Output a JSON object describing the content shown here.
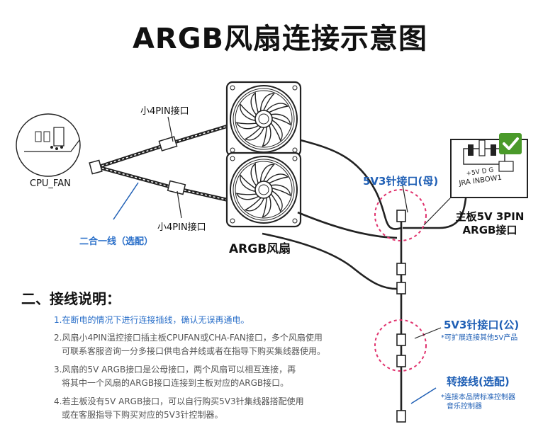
{
  "title": "ARGB风扇连接示意图",
  "labels": {
    "cpu_fan": "CPU_FAN",
    "small_4pin_top": "小4PIN接口",
    "small_4pin_bottom": "小4PIN接口",
    "splitter_cable": "二合一线（选配）",
    "argb_fan": "ARGB风扇",
    "header_female": "5V3针接口(母)",
    "board_5v_line1": "主板5V 3PIN",
    "board_5v_line2": "ARGB接口",
    "header_male": "5V3针接口(公)",
    "header_male_note": "*可扩展连接其他5V产品",
    "adapter_cable": "转接线(选配)",
    "adapter_note_line1": "*连接本品牌标准控制器",
    "adapter_note_line2": "音乐控制器",
    "header_pins_top": "+5V  D       G",
    "header_model": "JRA INBOW1"
  },
  "section": {
    "title": "二、接线说明：",
    "items": [
      [
        "1.在断电的情况下进行连接插线，确认无误再通电。"
      ],
      [
        "2.风扇小4PIN温控接口插主板CPUFAN或CHA-FAN接口，多个风扇使用",
        "可联系客服咨询一分多接口供电合并线或者在指导下购买集线器使用。"
      ],
      [
        "3.风扇的5V ARGB接口是公母接口，两个风扇可以相互连接，再",
        "将其中一个风扇的ARGB接口连接到主板对应的ARGB接口。"
      ],
      [
        "4.若主板没有5V ARGB接口，可以自行购买5V3针集线器搭配使用",
        "或在客服指导下购买对应的5V3针控制器。"
      ]
    ]
  },
  "colors": {
    "blue": "#1f5fb5",
    "pink_dash": "#e0336e",
    "check_green": "#4a9a2a",
    "cable": "#222222"
  },
  "icons": [
    "check-icon",
    "fan-icon",
    "motherboard-icon",
    "connector-icon"
  ]
}
